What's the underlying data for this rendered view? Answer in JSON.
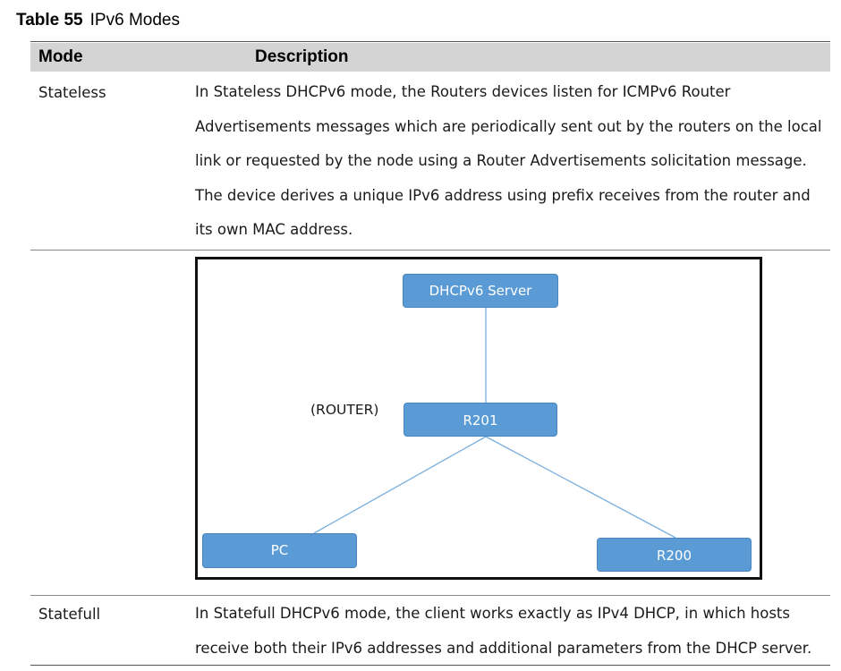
{
  "table": {
    "caption_number": "Table 55",
    "caption_title": "IPv6 Modes",
    "headers": {
      "mode": "Mode",
      "description": "Description"
    },
    "rows": [
      {
        "mode": "Stateless",
        "description": "In Stateless DHCPv6 mode, the Routers devices listen for ICMPv6 Router Advertisements messages which are periodically sent out by the routers on the local link or requested by the node using a Router Advertisements solicitation message. The device derives a unique IPv6 address using prefix receives from the router and its own MAC address."
      },
      {
        "mode": "Statefull",
        "description": "In Statefull DHCPv6 mode, the client works exactly as IPv4 DHCP, in which hosts receive both their IPv6 addresses and additional parameters from the DHCP server."
      }
    ]
  },
  "diagram": {
    "node_color": "#5b9bd5",
    "server_label": "DHCPv6 Server",
    "router_caption": "(ROUTER)",
    "router_label": "R201",
    "pc_label": "PC",
    "peer_label": "R200"
  }
}
